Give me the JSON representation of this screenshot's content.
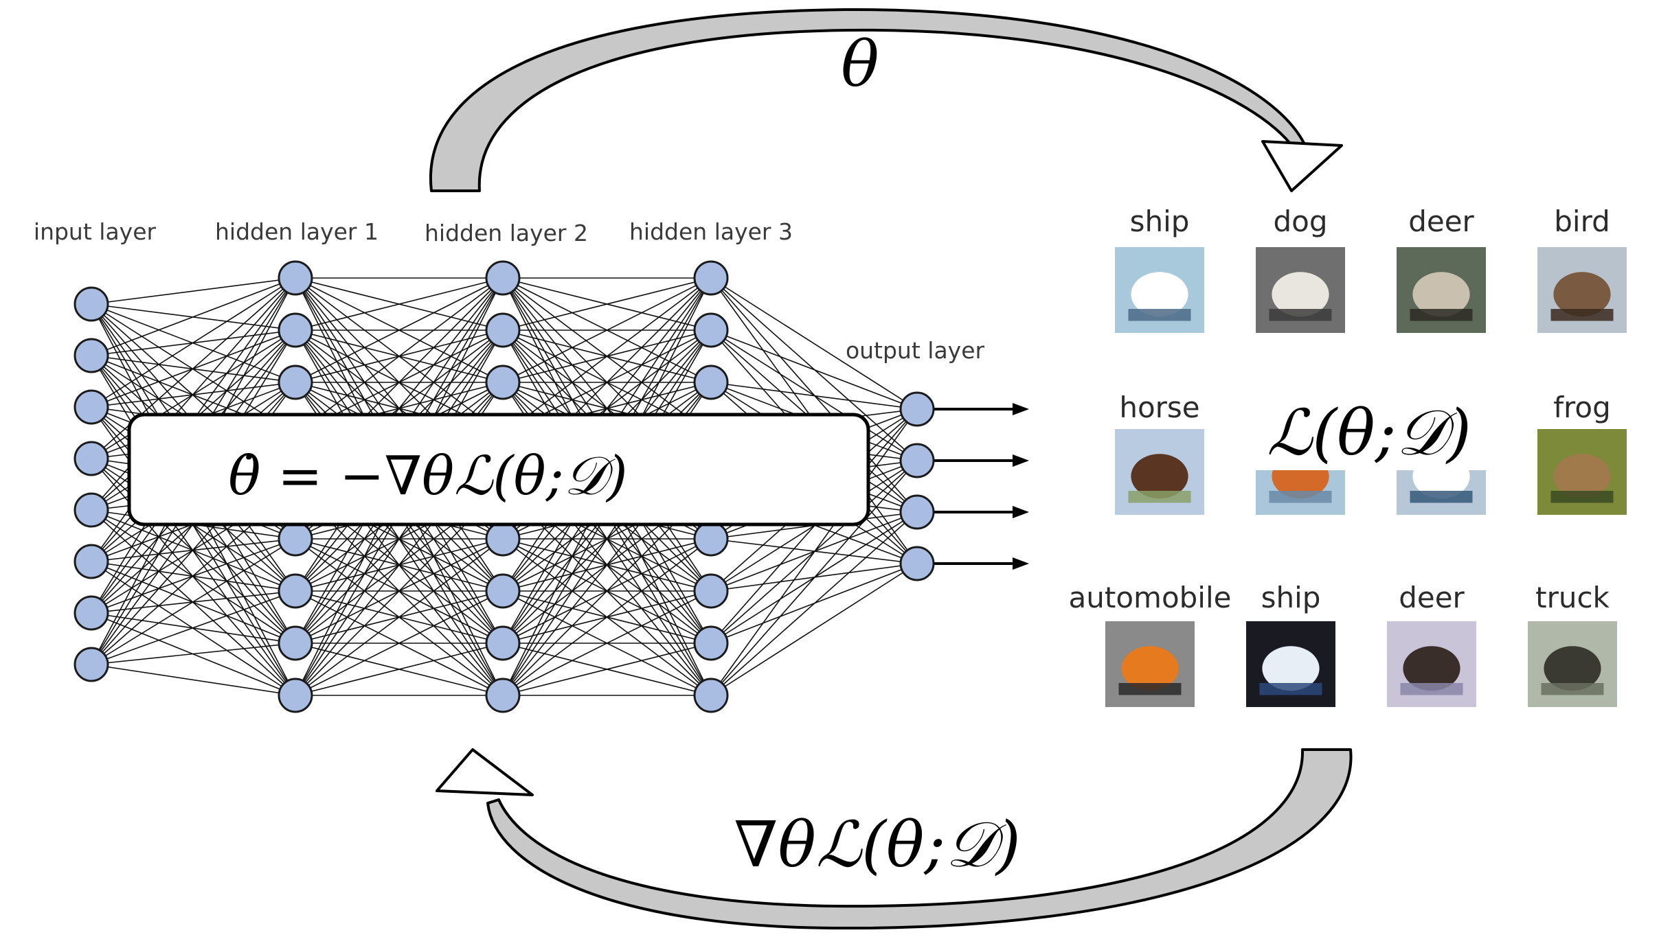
{
  "network": {
    "layers": [
      {
        "label": "input layer",
        "neurons": 8
      },
      {
        "label": "hidden layer 1",
        "neurons": 9
      },
      {
        "label": "hidden layer 2",
        "neurons": 9
      },
      {
        "label": "hidden layer 3",
        "neurons": 9
      },
      {
        "label": "output layer",
        "neurons": 4
      }
    ]
  },
  "equations": {
    "update_rule": "θ̇ = −∇θℒ(θ;𝒟)",
    "top_arrow": "θ",
    "loss": "ℒ(θ;𝒟)",
    "bottom_arrow": "∇θℒ(θ;𝒟)"
  },
  "dataset": {
    "rows": [
      [
        {
          "label": "ship",
          "colors": [
            "#a8c8dc",
            "#ffffff",
            "#4a6a86"
          ]
        },
        {
          "label": "dog",
          "colors": [
            "#6f6f6f",
            "#e8e6df",
            "#3c3c3c"
          ]
        },
        {
          "label": "deer",
          "colors": [
            "#5d6a5a",
            "#c9c0b0",
            "#2d2a26"
          ]
        },
        {
          "label": "bird",
          "colors": [
            "#b8c2cc",
            "#7a5a40",
            "#3a2a20"
          ]
        }
      ],
      [
        {
          "label": "horse",
          "colors": [
            "#b9cbe0",
            "#5a3622",
            "#8aa068"
          ]
        },
        {
          "label": "",
          "colors": [
            "#aac6da",
            "#d46a2a",
            "#6a8aa6"
          ]
        },
        {
          "label": "",
          "colors": [
            "#b6c8d8",
            "#ffffff",
            "#36587a"
          ]
        },
        {
          "label": "frog",
          "colors": [
            "#7c8a3a",
            "#a07a4a",
            "#3c4a22"
          ]
        }
      ],
      [
        {
          "label": "automobile",
          "colors": [
            "#8a8a8a",
            "#e67a1e",
            "#2a2a2a"
          ]
        },
        {
          "label": "ship",
          "colors": [
            "#1a1a22",
            "#e8eef6",
            "#2c4a7a"
          ]
        },
        {
          "label": "deer",
          "colors": [
            "#c9c4d8",
            "#3a2e2a",
            "#8a86a8"
          ]
        },
        {
          "label": "truck",
          "colors": [
            "#b0b8aa",
            "#3a3a32",
            "#6a7060"
          ]
        }
      ]
    ]
  }
}
